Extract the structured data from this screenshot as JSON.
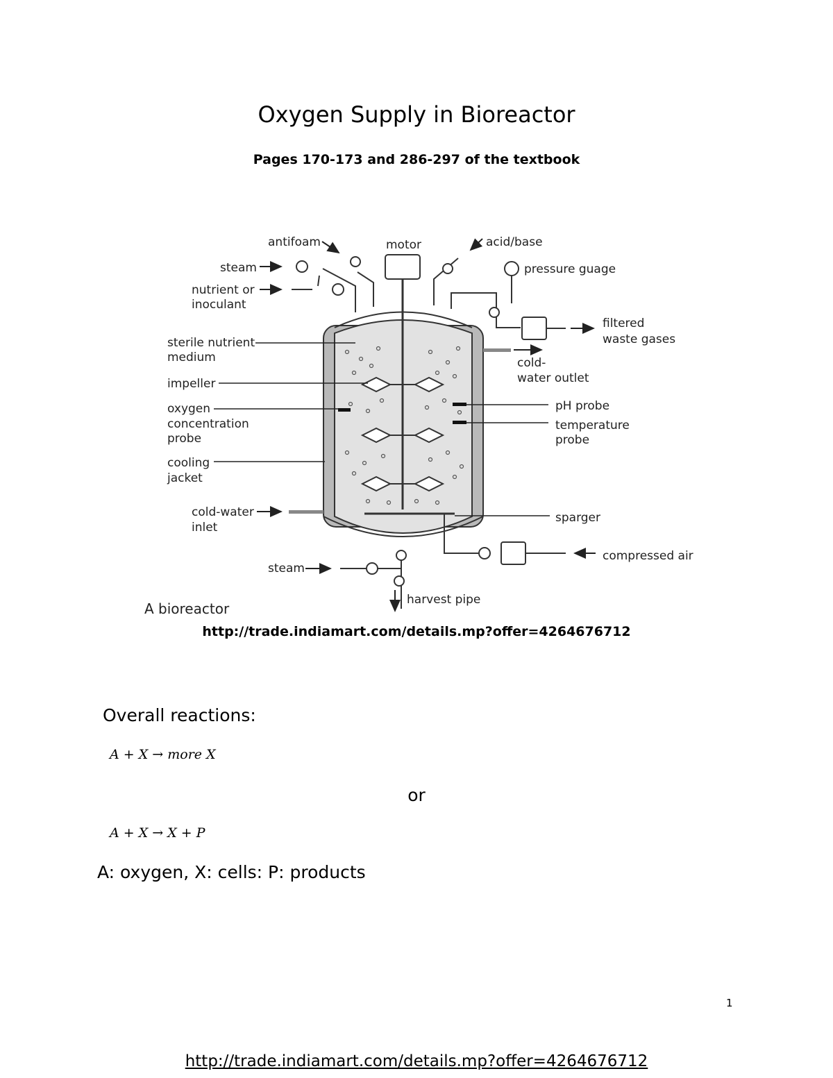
{
  "document": {
    "title": "Oxygen Supply in Bioreactor",
    "subtitle": "Pages 170-173 and 286-297 of the textbook",
    "source_url": "http://trade.indiamart.com/details.mp?offer=4264676712",
    "overall_heading": "Overall reactions:",
    "equation_1": "A + X → more X",
    "or_text": "or",
    "equation_2": "A + X → X + P",
    "legend": "A: oxygen, X: cells: P: products",
    "page_number": "1",
    "footer_url": "http://trade.indiamart.com/details.mp?offer=4264676712"
  },
  "diagram": {
    "caption": "A bioreactor",
    "labels": {
      "antifoam": "antifoam",
      "motor": "motor",
      "acid_base": "acid/base",
      "steam_top": "steam",
      "pressure_gauge": "pressure guage",
      "nutrient_1": "nutrient or",
      "nutrient_2": "inoculant",
      "filtered_1": "filtered",
      "filtered_2": "waste gases",
      "sterile_1": "sterile nutrient",
      "sterile_2": "medium",
      "cold_outlet_1": "cold-",
      "cold_outlet_2": "water outlet",
      "impeller": "impeller",
      "oxygen_1": "oxygen",
      "oxygen_2": "concentration",
      "oxygen_3": "probe",
      "ph_probe": "pH probe",
      "temp_1": "temperature",
      "temp_2": "probe",
      "cooling_1": "cooling",
      "cooling_2": "jacket",
      "cold_inlet_1": "cold-water",
      "cold_inlet_2": "inlet",
      "sparger": "sparger",
      "compressed_air": "compressed air",
      "steam_bottom": "steam",
      "harvest_pipe": "harvest pipe"
    }
  }
}
